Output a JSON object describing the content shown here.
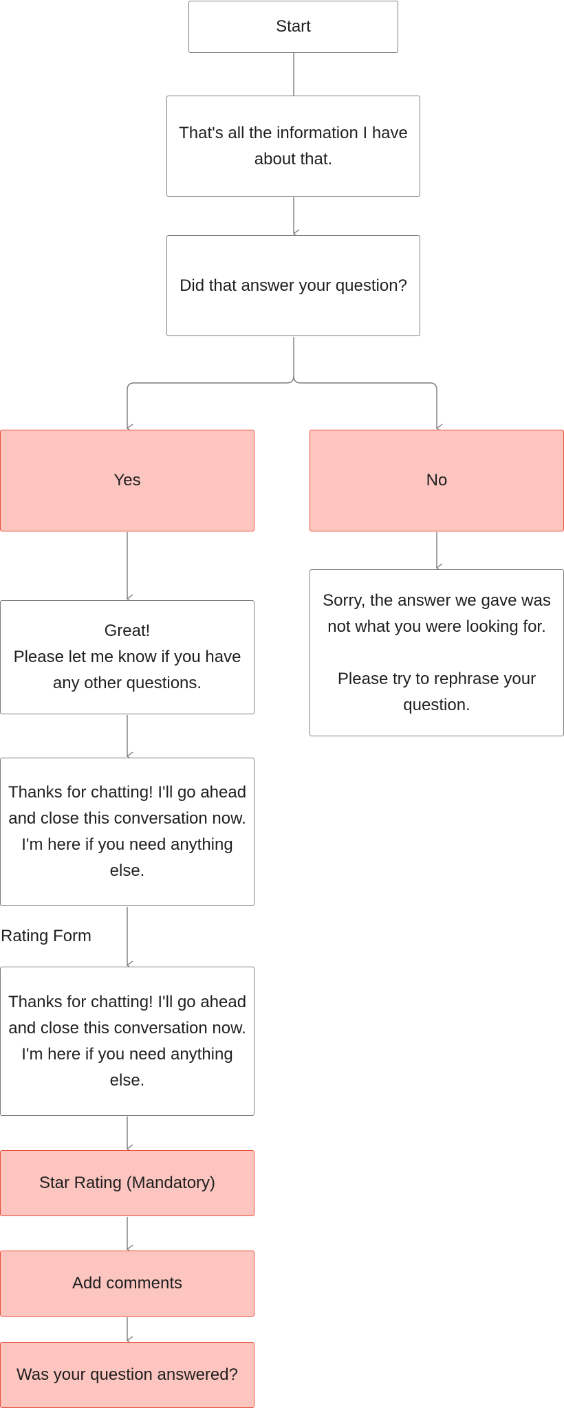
{
  "nodes": {
    "start": "Start",
    "info": "That's all the information I have about that.",
    "question": "Did that answer your question?",
    "yes": "Yes",
    "no": "No",
    "great": "Great!\nPlease let me know if you have any other questions.",
    "sorry": "Sorry, the answer we gave was not what you were looking for.\n\nPlease try to rephrase your question.",
    "thanks_1": "Thanks for chatting! I'll go ahead and close this conversation now. I'm here if you need anything else.",
    "thanks_2": "Thanks for chatting! I'll go ahead and close this conversation now. I'm here if you need anything else.",
    "star_rating": "Star Rating (Mandatory)",
    "comments": "Add comments",
    "answered": "Was your question answered?"
  },
  "section_label": "Rating Form",
  "colors": {
    "option_fill": "#fdc5c0",
    "option_border": "#ea4a35",
    "node_border": "#7a7a7a",
    "connector": "#7a7a7a"
  }
}
